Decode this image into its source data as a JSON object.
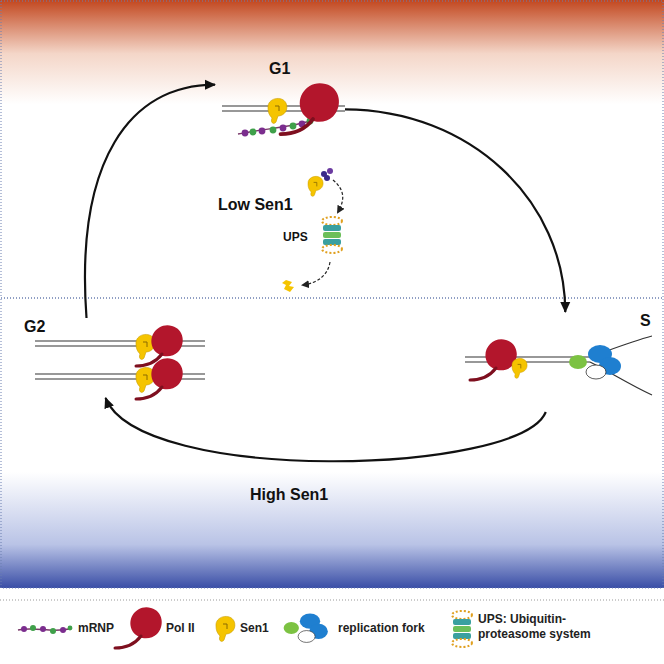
{
  "diagram": {
    "nodes": [
      {
        "text": [
          "G1"
        ]
      },
      {
        "text": [
          "S"
        ]
      },
      {
        "text": [
          "G2"
        ]
      }
    ],
    "edges": [
      {
        "from": 0,
        "to": 1,
        "arrow": "to"
      },
      {
        "from": 1,
        "to": 2,
        "arrow": "to"
      },
      {
        "from": 2,
        "to": 0,
        "arrow": "to"
      }
    ],
    "labels": [
      "Low Sen1",
      "UPS",
      "High Sen1"
    ],
    "legend": [
      {
        "text": "mRNP"
      },
      {
        "text": "Pol II"
      },
      {
        "text": "Sen1"
      },
      {
        "text": "replication fork"
      },
      {
        "text": "UPS: Ubiquitin-proteasome system"
      }
    ]
  }
}
